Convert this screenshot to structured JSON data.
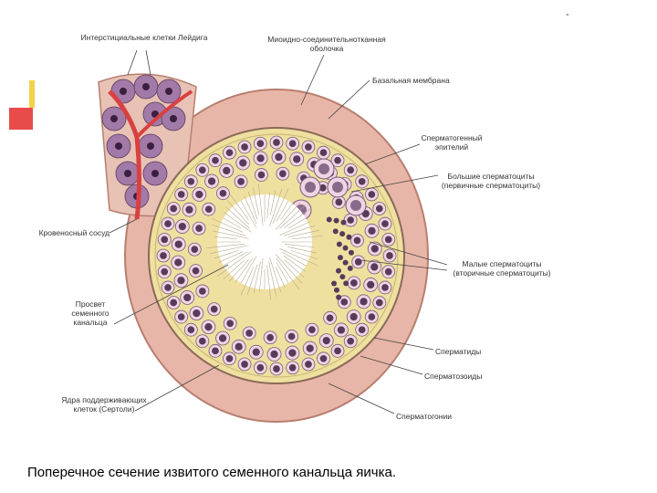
{
  "labels": {
    "leydig": "Интерстициальные клетки Лейдига",
    "sheath": "Миоидно-соединительнотканная оболочка",
    "basement": "Базальная мембрана",
    "epithelium": "Сперматогенный эпителий",
    "primary": "Большие сперматоциты (первичные сперматоциты)",
    "secondary": "Малые сперматоциты (вторичные сперматоциты)",
    "vessel": "Кровеносный сосуд",
    "lumen": "Просвет семенного канальца",
    "spermatids": "Сперматиды",
    "spermatozoa": "Сперматозоиды",
    "sertoli": "Ядра поддерживающих клеток (Сертоли)",
    "spermatogonia": "Сперматогонии"
  },
  "corner_mark": "-",
  "caption": "Поперечное сечение извитого семенного канальца яичка.",
  "colors": {
    "sheath": "#e8b6a8",
    "sheath_dark": "#b77f70",
    "epithelium": "#efe0a0",
    "cell": "#f1d4e4",
    "nucleus": "#5a3a5a",
    "leydig": "#a27aa8",
    "vessel": "#d94040",
    "accent_red": "#e94b4b",
    "accent_yellow": "#f2d34a"
  }
}
